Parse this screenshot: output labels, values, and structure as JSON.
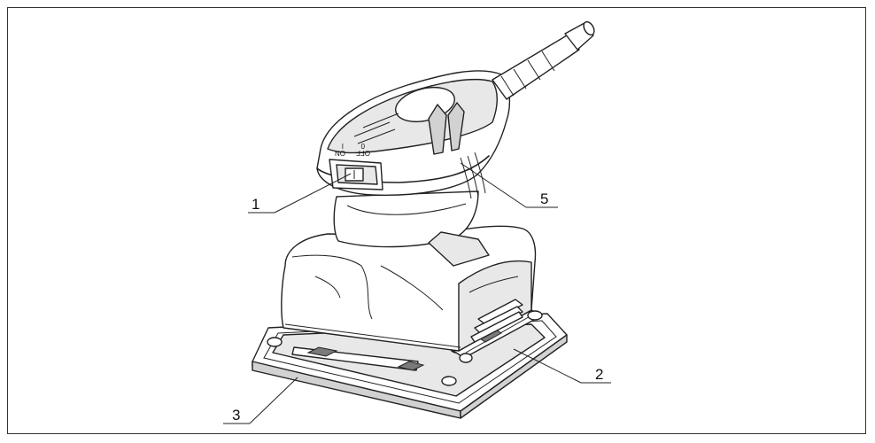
{
  "callouts": {
    "c1": "1",
    "c2": "2",
    "c3": "3",
    "c5": "5"
  },
  "switch": {
    "on_symbol": "I",
    "on_text": "ON",
    "off_symbol": "0",
    "off_text": "OFF"
  }
}
